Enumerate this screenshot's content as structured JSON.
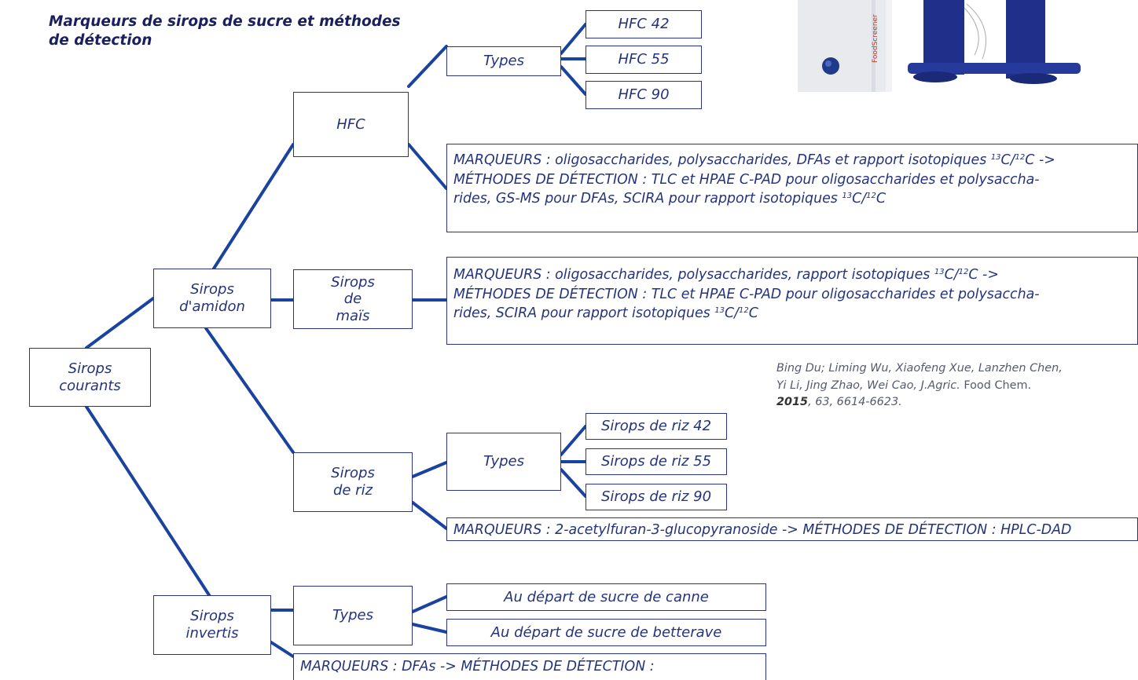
{
  "title": "Marqueurs de sirops de sucre et méthodes de détection",
  "colors": {
    "line": "#1a43a0",
    "box_border": "#2a3488",
    "text": "#24337e"
  },
  "nodes": {
    "root": "Sirops courants",
    "amidon": "Sirops d'amidon",
    "invertis": "Sirops invertis",
    "hfc": "HFC",
    "hfc_types": "Types",
    "hfc42": "HFC 42",
    "hfc55": "HFC 55",
    "hfc90": "HFC 90",
    "mais": "Sirops de maïs",
    "riz": "Sirops de riz",
    "riz_types": "Types",
    "riz42": "Sirops de riz 42",
    "riz55": "Sirops de riz 55",
    "riz90": "Sirops de riz 90",
    "inv_types": "Types",
    "canne": "Au départ de sucre de canne",
    "betterave": "Au départ de sucre de betterave"
  },
  "markers": {
    "hfc_line1": "MARQUEURS : oligosaccharides, polysaccharides, DFAs et rapport isotopiques ",
    "hfc_line1_sup1": "13",
    "hfc_line1_mid": "C/",
    "hfc_line1_sup2": "12",
    "hfc_line1_end": "C ->",
    "hfc_line2": "MÉTHODES DE DÉTECTION : TLC et HPAE C-PAD pour oligosaccharides et polysaccha-",
    "hfc_line3": "rides, GS-MS pour DFAs, SCIRA pour rapport isotopiques ",
    "hfc_line3_sup1": "13",
    "hfc_line3_mid": "C/",
    "hfc_line3_sup2": "12",
    "hfc_line3_end": "C",
    "mais_line1": "MARQUEURS : oligosaccharides, polysaccharides, rapport isotopiques ",
    "mais_line1_sup1": "13",
    "mais_line1_mid": "C/",
    "mais_line1_sup2": "12",
    "mais_line1_end": "C ->",
    "mais_line2": "MÉTHODES DE DÉTECTION : TLC et HPAE C-PAD pour oligosaccharides et polysaccha-",
    "mais_line3": "rides, SCIRA pour rapport isotopiques ",
    "mais_line3_sup1": "13",
    "mais_line3_mid": "C/",
    "mais_line3_sup2": "12",
    "mais_line3_end": "C",
    "riz": "MARQUEURS : 2-acetylfuran-3-glucopyranoside -> MÉTHODES DE DÉTECTION : HPLC-DAD",
    "invertis": "MARQUEURS : DFAs -> MÉTHODES DE DÉTECTION :"
  },
  "citation": {
    "line1": "Bing Du; Liming Wu, Xiaofeng Xue, Lanzhen Chen,",
    "line2a": "Yi Li, Jing Zhao, Wei Cao, J.Agric.",
    "line2b": " Food Chem.",
    "year": "2015",
    "rest": ", 63, 6614-6623."
  },
  "photo": {
    "label": "FoodScreener"
  }
}
